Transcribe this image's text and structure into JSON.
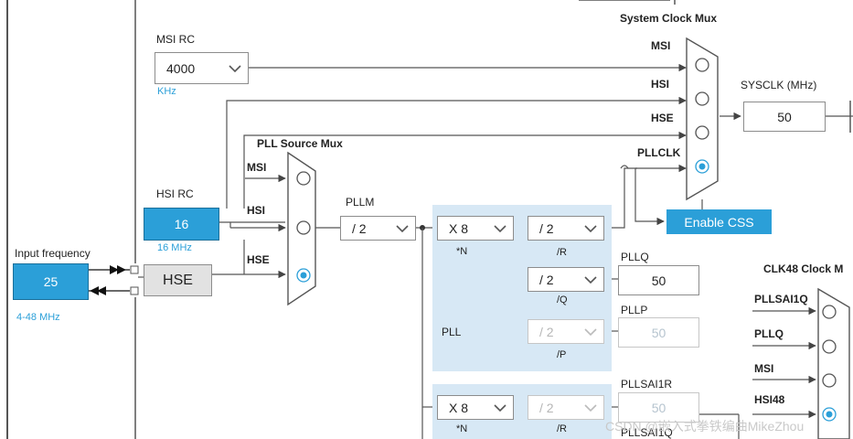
{
  "labels": {
    "system_clock_mux": "System Clock Mux",
    "msi_rc": "MSI RC",
    "khz": "KHz",
    "sysclk": "SYSCLK (MHz)",
    "pll_source_mux": "PLL Source Mux",
    "hsi_rc": "HSI RC",
    "hsi_freq": "16 MHz",
    "input_frequency": "Input frequency",
    "input_range": "4-48 MHz",
    "pllm": "PLLM",
    "n_label": "*N",
    "r_label": "/R",
    "q_label": "/Q",
    "p_label": "/P",
    "pll": "PLL",
    "pllq": "PLLQ",
    "pllp": "PLLP",
    "pllsai1r": "PLLSAI1R",
    "pllsai1q_bottom": "PLLSAI1Q",
    "clk48": "CLK48 Clock M",
    "n_label2": "*N",
    "r_label2": "/R"
  },
  "sysmux_inputs": [
    "MSI",
    "HSI",
    "HSE",
    "PLLCLK"
  ],
  "pllmux_inputs": [
    "MSI",
    "HSI",
    "HSE"
  ],
  "clk48_inputs": [
    "PLLSAI1Q",
    "PLLQ",
    "MSI",
    "HSI48"
  ],
  "values": {
    "msi_select": "4000",
    "sysclk": "50",
    "hsi": "16",
    "input_freq": "25",
    "hse": "HSE",
    "pllm": "/ 2",
    "plln": "X 8",
    "pllr": "/ 2",
    "pllq_div": "/ 2",
    "pllp_div": "/ 2",
    "pllq_out": "50",
    "pllp_out": "50",
    "sai_n": "X 8",
    "sai_r": "/ 2",
    "sai_r_out": "50"
  },
  "buttons": {
    "enable_css": "Enable CSS"
  },
  "watermark": "CSDN @嵌入式拳铁编曲MikeZhou",
  "colors": {
    "accent": "#2b9fd8",
    "pll_bg": "#d7e8f5",
    "line": "#555555"
  }
}
